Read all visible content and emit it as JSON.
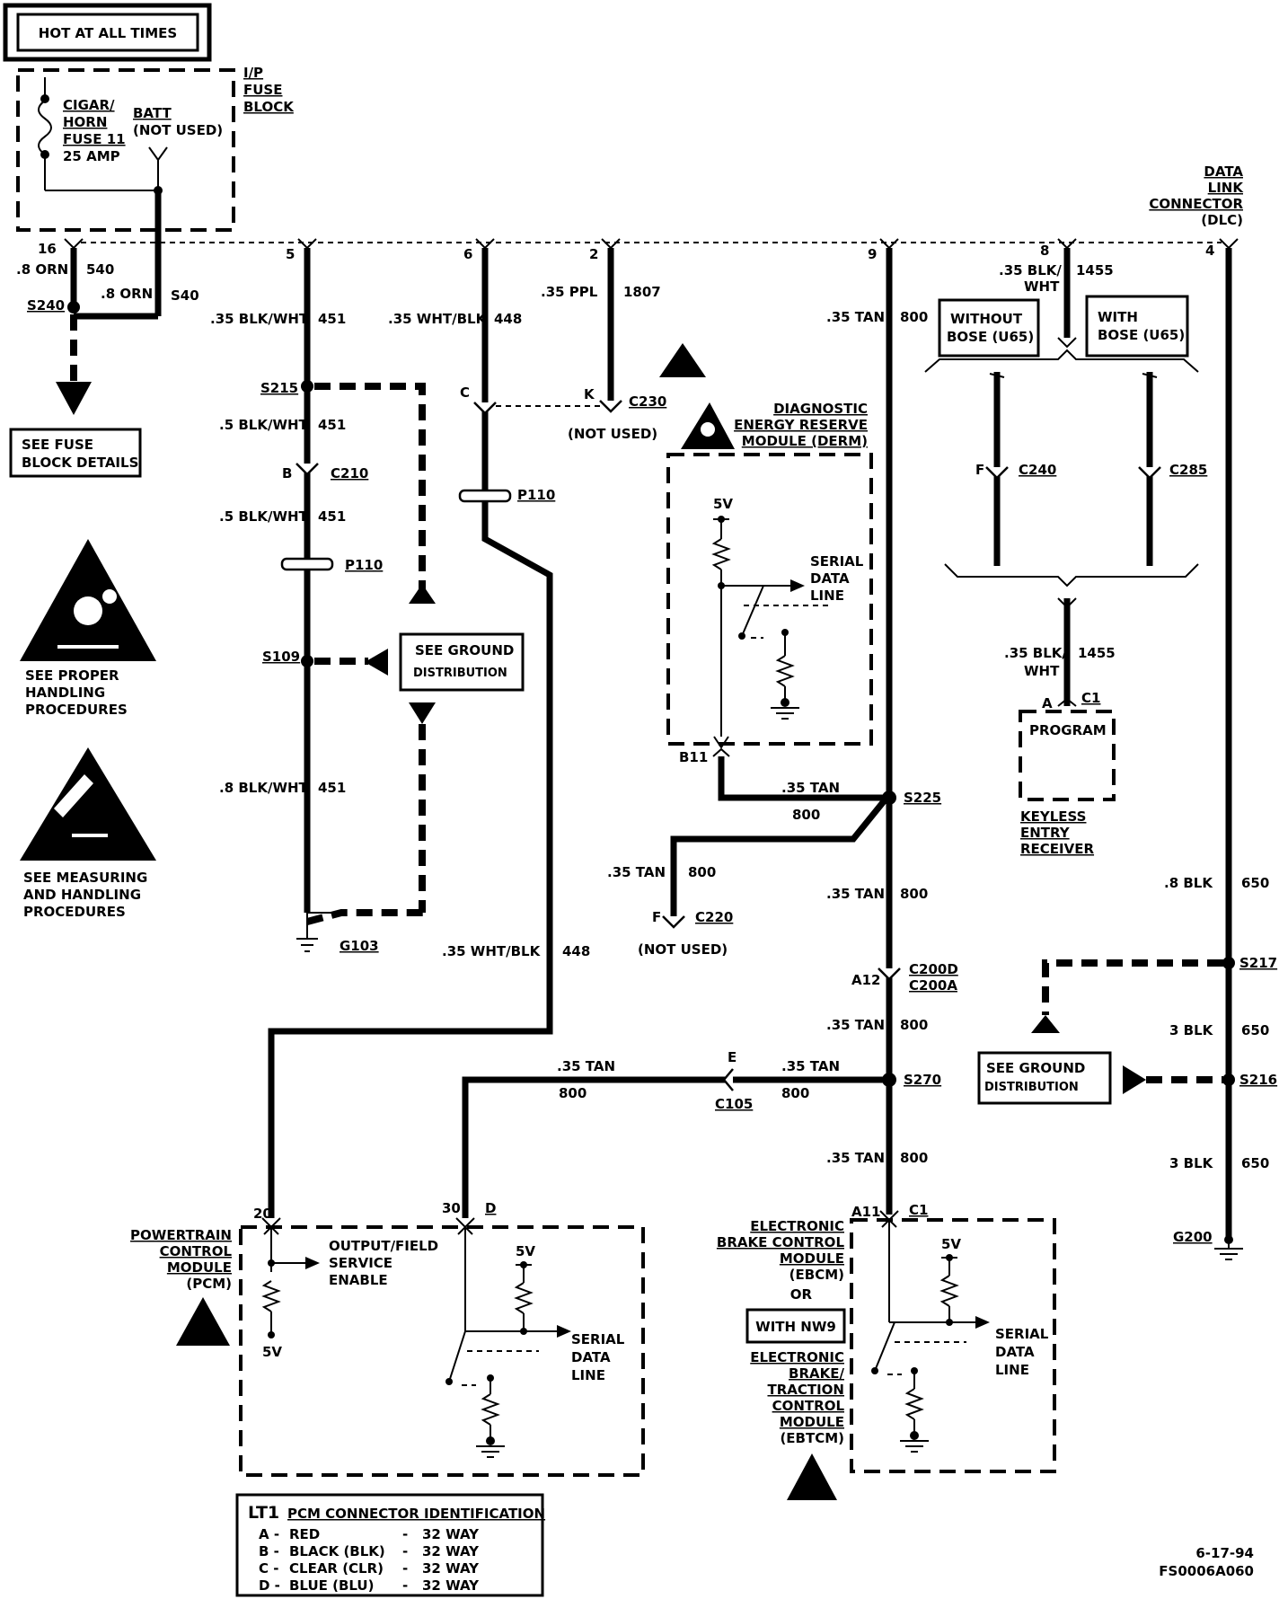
{
  "hot_label": "HOT AT ALL TIMES",
  "fuse_block": {
    "title": [
      "I/P",
      "FUSE",
      "BLOCK"
    ],
    "fuse": [
      "CIGAR/",
      "HORN",
      "FUSE 11",
      "25 AMP"
    ],
    "batt": [
      "BATT",
      "(NOT USED)"
    ]
  },
  "dlc": [
    "DATA",
    "LINK",
    "CONNECTOR",
    "(DLC)"
  ],
  "pins": {
    "p16": "16",
    "p5": "5",
    "p6": "6",
    "p2": "2",
    "p9": "9",
    "p8": "8",
    "p4": "4"
  },
  "wires": {
    "w540a": [
      ".8 ORN",
      "540"
    ],
    "w540b": [
      ".8 ORN",
      "S40"
    ],
    "w451a": [
      ".35 BLK/WHT",
      "451"
    ],
    "w451b": [
      ".5 BLK/WHT",
      "451"
    ],
    "w451c": [
      ".5 BLK/WHT",
      "451"
    ],
    "w451d": [
      ".8 BLK/WHT",
      "451"
    ],
    "w448a": [
      ".35 WHT/BLK",
      "448"
    ],
    "w448b": [
      ".35 WHT/BLK",
      "448"
    ],
    "w1807": [
      ".35 PPL",
      "1807"
    ],
    "w800a": [
      ".35 TAN",
      "800"
    ],
    "w800b": [
      ".35 TAN",
      "800"
    ],
    "w800c": [
      ".35 TAN",
      "800"
    ],
    "w800d": [
      ".35 TAN",
      "800"
    ],
    "w800e": [
      ".35 TAN",
      "800"
    ],
    "w800f": [
      ".35 TAN",
      "800"
    ],
    "w800g": [
      ".35 TAN",
      "800"
    ],
    "w800h": [
      ".35 TAN",
      "800"
    ],
    "w1455a": [
      ".35 BLK/",
      "WHT",
      "1455"
    ],
    "w1455b": [
      ".35 BLK/",
      "WHT",
      "1455"
    ],
    "w650a": [
      ".8 BLK",
      "650"
    ],
    "w650b": [
      "3 BLK",
      "650"
    ],
    "w650c": [
      "3 BLK",
      "650"
    ]
  },
  "splices": {
    "s240": "S240",
    "s215": "S215",
    "s109": "S109",
    "s225": "S225",
    "s270": "S270",
    "s217": "S217",
    "s216": "S216"
  },
  "grounds": {
    "g103": "G103",
    "g200": "G200"
  },
  "connectors": {
    "c210": {
      "pin": "B",
      "name": "C210"
    },
    "p110a": "P110",
    "p110b": "P110",
    "c230": {
      "pin": "K",
      "name": "C230",
      "note": "(NOT USED)"
    },
    "c220": {
      "pin": "F",
      "name": "C220",
      "note": "(NOT USED)"
    },
    "c240": {
      "pin": "F",
      "name": "C240"
    },
    "c285": "C285",
    "c200": {
      "pin": "A12",
      "name1": "C200D",
      "name2": "C200A"
    },
    "c105": {
      "pin": "E",
      "name": "C105"
    },
    "c1a": {
      "pin": "A",
      "name": "C1"
    },
    "c1b": {
      "pin": "A11",
      "name": "C1"
    },
    "cpin": "C",
    "b11": "B11",
    "p20": "20",
    "p30": "30",
    "pd": "D"
  },
  "boxes": {
    "fuse_details": [
      "SEE FUSE",
      "BLOCK DETAILS"
    ],
    "ground_dist1": [
      "SEE GROUND",
      "DISTRIBUTION"
    ],
    "ground_dist2": [
      "SEE GROUND",
      "DISTRIBUTION"
    ],
    "without_bose": [
      "WITHOUT",
      "BOSE (U65)"
    ],
    "with_bose": [
      "WITH",
      "BOSE (U65)"
    ],
    "with_nw9": "WITH NW9"
  },
  "warnings": {
    "handling": [
      "SEE PROPER",
      "HANDLING",
      "PROCEDURES"
    ],
    "measuring": [
      "SEE MEASURING",
      "AND HANDLING",
      "PROCEDURES"
    ]
  },
  "derm": {
    "title": [
      "DIAGNOSTIC",
      "ENERGY RESERVE",
      "MODULE (DERM)"
    ],
    "v": "5V",
    "sdl": [
      "SERIAL",
      "DATA",
      "LINE"
    ]
  },
  "keyless": {
    "program": "PROGRAM",
    "label": [
      "KEYLESS",
      "ENTRY",
      "RECEIVER"
    ]
  },
  "pcm": {
    "title": [
      "POWERTRAIN",
      "CONTROL",
      "MODULE",
      "(PCM)"
    ],
    "output": [
      "OUTPUT/FIELD",
      "SERVICE",
      "ENABLE"
    ],
    "v1": "5V",
    "v2": "5V",
    "sdl": [
      "SERIAL",
      "DATA",
      "LINE"
    ]
  },
  "ebcm": {
    "title": [
      "ELECTRONIC",
      "BRAKE CONTROL",
      "MODULE",
      "(EBCM)",
      "OR"
    ],
    "title2": [
      "ELECTRONIC",
      "BRAKE/",
      "TRACTION",
      "CONTROL",
      "MODULE",
      "(EBTCM)"
    ],
    "v": "5V",
    "sdl": [
      "SERIAL",
      "DATA",
      "LINE"
    ]
  },
  "pcm_id": {
    "heading": "LT1",
    "title": "PCM CONNECTOR IDENTIFICATION",
    "rows": [
      {
        "k": "A",
        "name": "RED",
        "size": "32 WAY"
      },
      {
        "k": "B",
        "name": "BLACK (BLK)",
        "size": "32 WAY"
      },
      {
        "k": "C",
        "name": "CLEAR (CLR)",
        "size": "32 WAY"
      },
      {
        "k": "D",
        "name": "BLUE (BLU)",
        "size": "32 WAY"
      }
    ]
  },
  "footer": {
    "date": "6-17-94",
    "code": "FS0006A060"
  }
}
